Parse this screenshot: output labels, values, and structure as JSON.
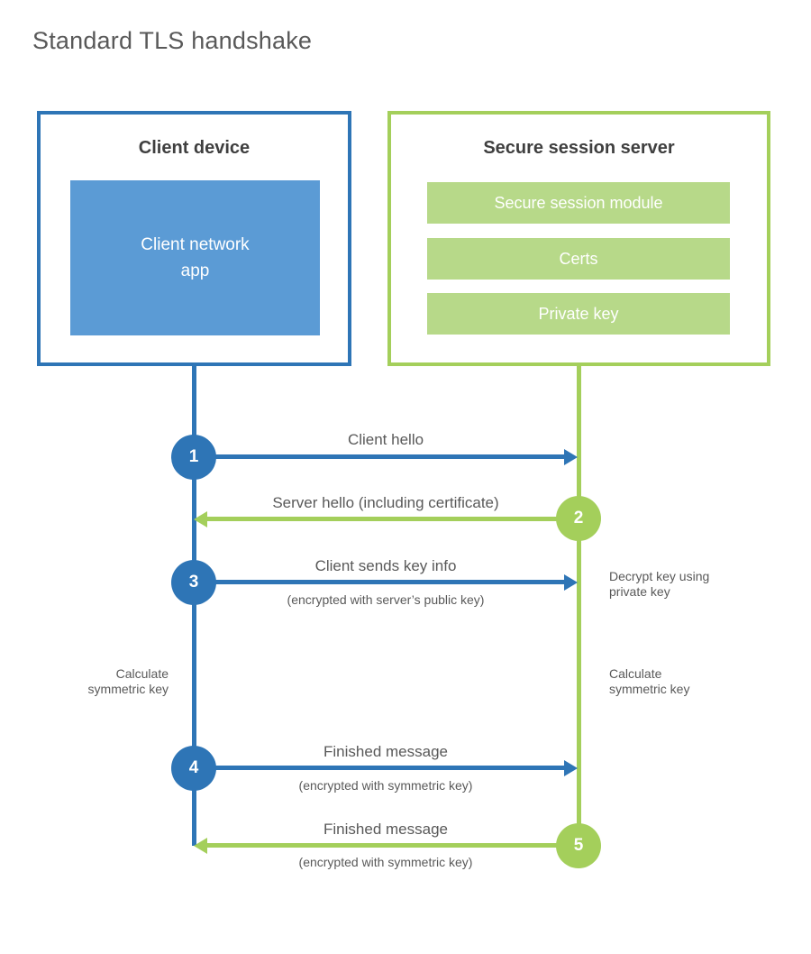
{
  "title": "Standard TLS handshake",
  "colors": {
    "blue": "#2e75b6",
    "blue_fill": "#5b9bd5",
    "green": "#a4cf5b",
    "green_fill": "#b7d989",
    "heading": "#3f3f3f",
    "text": "#595959"
  },
  "client": {
    "heading": "Client device",
    "app_label": "Client network\napp"
  },
  "server": {
    "heading": "Secure session server",
    "modules": [
      "Secure session module",
      "Certs",
      "Private key"
    ]
  },
  "steps": [
    {
      "num": "1",
      "label": "Client hello",
      "sublabel": "",
      "direction": "right",
      "from": "client"
    },
    {
      "num": "2",
      "label": "Server hello (including certificate)",
      "sublabel": "",
      "direction": "left",
      "from": "server"
    },
    {
      "num": "3",
      "label": "Client sends key info",
      "sublabel": "(encrypted with server’s public key)",
      "direction": "right",
      "from": "client"
    },
    {
      "num": "4",
      "label": "Finished message",
      "sublabel": "(encrypted with symmetric key)",
      "direction": "right",
      "from": "client"
    },
    {
      "num": "5",
      "label": "Finished message",
      "sublabel": "(encrypted with symmetric key)",
      "direction": "left",
      "from": "server"
    }
  ],
  "annotations": {
    "decrypt": "Decrypt key using\nprivate key",
    "calculate_left": "Calculate\nsymmetric key",
    "calculate_right": "Calculate\nsymmetric key"
  }
}
